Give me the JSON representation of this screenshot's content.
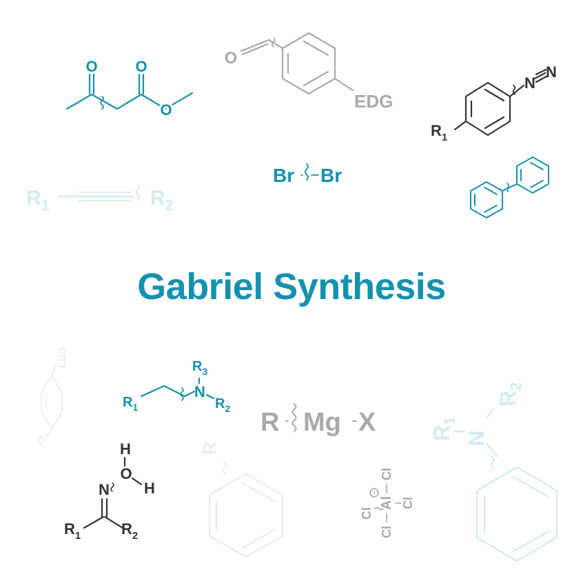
{
  "title": "Gabriel Synthesis",
  "colors": {
    "teal": "#1591ad",
    "dark": "#333333",
    "gray": "#a9a9a9",
    "pale_teal": "#d4ecf2",
    "pale_gray": "#ececec"
  },
  "labels": {
    "ketoester_o1": "O",
    "ketoester_o2": "O",
    "ketoester_o3": "O",
    "aldehyde_o": "O",
    "aldehyde_edg": "EDG",
    "diazo_n1": "N",
    "diazo_n2": "N",
    "diazo_r": "R",
    "diazo_r_sub": "1",
    "alkyne_r1": "R",
    "alkyne_r1_sub": "1",
    "alkyne_r2": "R",
    "alkyne_r2_sub": "2",
    "bromine_left": "Br",
    "bromine_right": "Br",
    "small_edg": "EDG",
    "small_o": "O",
    "amine_r1": "R",
    "amine_r1_sub": "1",
    "amine_r2": "R",
    "amine_r2_sub": "2",
    "amine_r3": "R",
    "amine_r3_sub": "3",
    "amine_n": "N",
    "grignard": "R · Mg X",
    "grignard_r": "R",
    "grignard_mg": "Mg",
    "grignard_x": "X",
    "aniline_r1": "R",
    "aniline_r1_sub": "1",
    "aniline_r2": "R",
    "aniline_r2_sub": "2",
    "aniline_n": "N",
    "oxime_h1": "H",
    "oxime_h2": "H",
    "oxime_o": "O",
    "oxime_n": "N",
    "oxime_r1": "R",
    "oxime_r1_sub": "1",
    "oxime_r2": "R",
    "oxime_r2_sub": "2",
    "benzene_r": "R",
    "alcl_cl1": "Cl",
    "alcl_cl2": "Cl",
    "alcl_cl3": "Cl",
    "alcl_cl4": "Cl",
    "alcl_al": "Al",
    "alcl_charge": "−"
  }
}
